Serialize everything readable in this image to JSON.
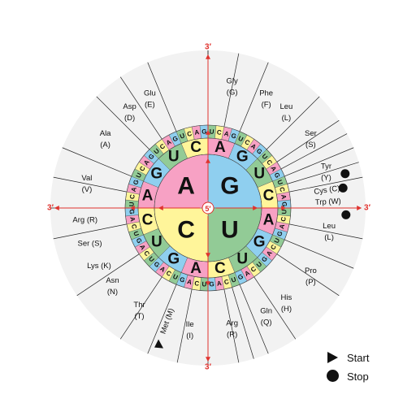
{
  "ring1": [
    "G",
    "U",
    "C",
    "A"
  ],
  "ring2": [
    "A",
    "G",
    "U",
    "C",
    "A",
    "G",
    "U",
    "C",
    "A",
    "G",
    "U",
    "C",
    "A",
    "G",
    "U",
    "C"
  ],
  "ring3": [
    "U",
    "C",
    "A",
    "G",
    "U",
    "C",
    "A",
    "G",
    "U",
    "C",
    "A",
    "G",
    "U",
    "C",
    "A",
    "G",
    "U",
    "C",
    "A",
    "G",
    "U",
    "C",
    "A",
    "G",
    "U",
    "C",
    "A",
    "G",
    "U",
    "C",
    "A",
    "G",
    "U",
    "C",
    "A",
    "G",
    "U",
    "C",
    "A",
    "G",
    "U",
    "C",
    "A",
    "G",
    "U",
    "C",
    "A",
    "G",
    "U",
    "C",
    "A",
    "G",
    "U",
    "C",
    "A",
    "G",
    "U",
    "C",
    "A",
    "G",
    "U",
    "C",
    "A",
    "G"
  ],
  "amino_acids": [
    {
      "name": "Gly",
      "code": "(G)"
    },
    {
      "name": "Phe",
      "code": "(F)"
    },
    {
      "name": "Leu",
      "code": "(L)"
    },
    {
      "name": "Ser",
      "code": "(S)"
    },
    {
      "name": "Tyr",
      "code": "(Y)"
    },
    {
      "name": "Cys (C)",
      "code": ""
    },
    {
      "name": "Trp (W)",
      "code": ""
    },
    {
      "name": "Leu",
      "code": "(L)"
    },
    {
      "name": "Pro",
      "code": "(P)"
    },
    {
      "name": "His",
      "code": "(H)"
    },
    {
      "name": "Gln",
      "code": "(Q)"
    },
    {
      "name": "Arg",
      "code": "(R)"
    },
    {
      "name": "Ile",
      "code": "(I)"
    },
    {
      "name": "Met (M)",
      "code": ""
    },
    {
      "name": "Thr",
      "code": "(T)"
    },
    {
      "name": "Asn",
      "code": "(N)"
    },
    {
      "name": "Lys (K)",
      "code": ""
    },
    {
      "name": "Ser (S)",
      "code": ""
    },
    {
      "name": "Arg (R)",
      "code": ""
    },
    {
      "name": "Val",
      "code": "(V)"
    },
    {
      "name": "Ala",
      "code": "(A)"
    },
    {
      "name": "Asp",
      "code": "(D)"
    },
    {
      "name": "Glu",
      "code": "(E)"
    }
  ],
  "axis_labels": {
    "top": "3′",
    "right": "3′",
    "bottom": "3′",
    "left": "3′",
    "center": "5′"
  },
  "colors": {
    "A": "#f7a1c4",
    "G": "#8fcfef",
    "U": "#92cb96",
    "C": "#fff59a",
    "outer": "#f2f2f2",
    "arrow": "#e0322e"
  },
  "legend": {
    "start": "Start",
    "stop": "Stop"
  }
}
